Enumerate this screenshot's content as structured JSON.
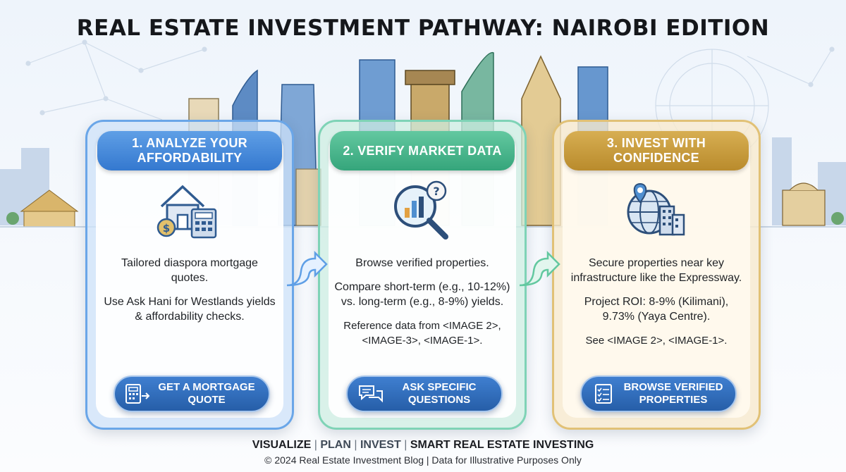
{
  "title": "REAL ESTATE INVESTMENT PATHWAY: NAIROBI EDITION",
  "colors": {
    "blue": "#3478cf",
    "green": "#35a57b",
    "gold": "#b98b2c",
    "button": "#265ea8"
  },
  "steps": [
    {
      "heading": "1. ANALYZE YOUR AFFORDABILITY",
      "icon": "house-calculator-icon",
      "paragraphs": [
        "Tailored diaspora mortgage quotes.",
        "Use Ask Hani for Westlands yields & affordability checks."
      ],
      "button_label": "GET A MORTGAGE QUOTE",
      "button_icon": "calculator-icon"
    },
    {
      "heading": "2. VERIFY MARKET DATA",
      "icon": "magnifier-chart-icon",
      "paragraphs": [
        "Browse verified properties.",
        "Compare short-term (e.g., 10-12%) vs. long-term (e.g., 8-9%) yields.",
        "Reference data from <IMAGE 2>, <IMAGE-3>, <IMAGE-1>."
      ],
      "button_label": "ASK SPECIFIC QUESTIONS",
      "button_icon": "chat-bubbles-icon"
    },
    {
      "heading": "3. INVEST WITH CONFIDENCE",
      "icon": "globe-buildings-icon",
      "paragraphs": [
        "Secure properties near key infrastructure like the Expressway.",
        "Project ROI: 8-9% (Kilimani), 9.73% (Yaya Centre).",
        "See <IMAGE 2>, <IMAGE-1>."
      ],
      "button_label": "BROWSE VERIFIED PROPERTIES",
      "button_icon": "checklist-icon"
    }
  ],
  "footer": {
    "tag_visualize": "VISUALIZE",
    "tag_plan": "PLAN",
    "tag_invest": "INVEST",
    "tag_smart": "SMART REAL ESTATE INVESTING",
    "separator": "|",
    "copyright": "© 2024 Real Estate Investment Blog | Data for Illustrative Purposes Only"
  }
}
